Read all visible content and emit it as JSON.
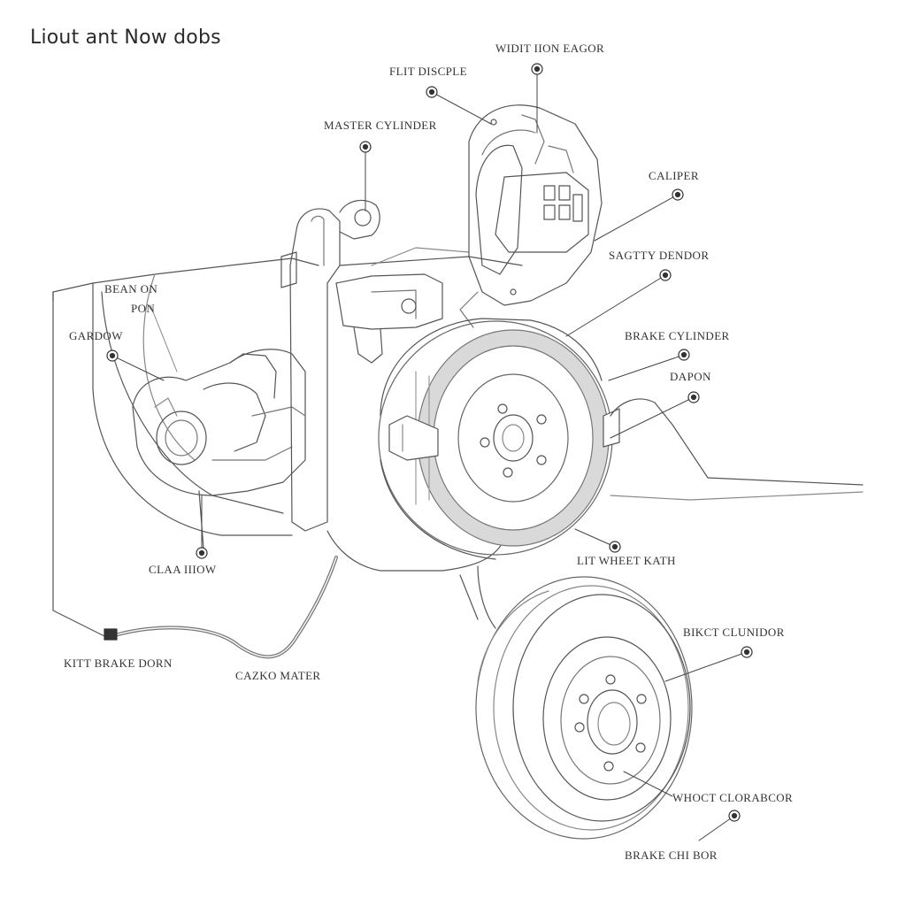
{
  "title": "Liout ant Now dobs",
  "labels": [
    {
      "id": "l1",
      "text": "WIDIT IION EAGOR"
    },
    {
      "id": "l2",
      "text": "FLIT DISCPLE"
    },
    {
      "id": "l3",
      "text": "MASTER CYLINDER"
    },
    {
      "id": "l4",
      "text": "CALIPER"
    },
    {
      "id": "l5",
      "text": "SAGTTY DENDOR"
    },
    {
      "id": "l6",
      "text": "BRAKE CYLINDER"
    },
    {
      "id": "l7",
      "text": "DAPON"
    },
    {
      "id": "l8",
      "text": "BEAN ON"
    },
    {
      "id": "l9",
      "text": "PON"
    },
    {
      "id": "l10",
      "text": "GARDOW"
    },
    {
      "id": "l11",
      "text": "CLAA IIIOW"
    },
    {
      "id": "l12",
      "text": "LIT WHEET KATH"
    },
    {
      "id": "l13",
      "text": "KITT BRAKE DORN"
    },
    {
      "id": "l14",
      "text": "CAZKO MATER"
    },
    {
      "id": "l15",
      "text": "BIKCT CLUNIDOR"
    },
    {
      "id": "l16",
      "text": "WHOCT CLORABCOR"
    },
    {
      "id": "l17",
      "text": "BRAKE CHI BOR"
    }
  ]
}
